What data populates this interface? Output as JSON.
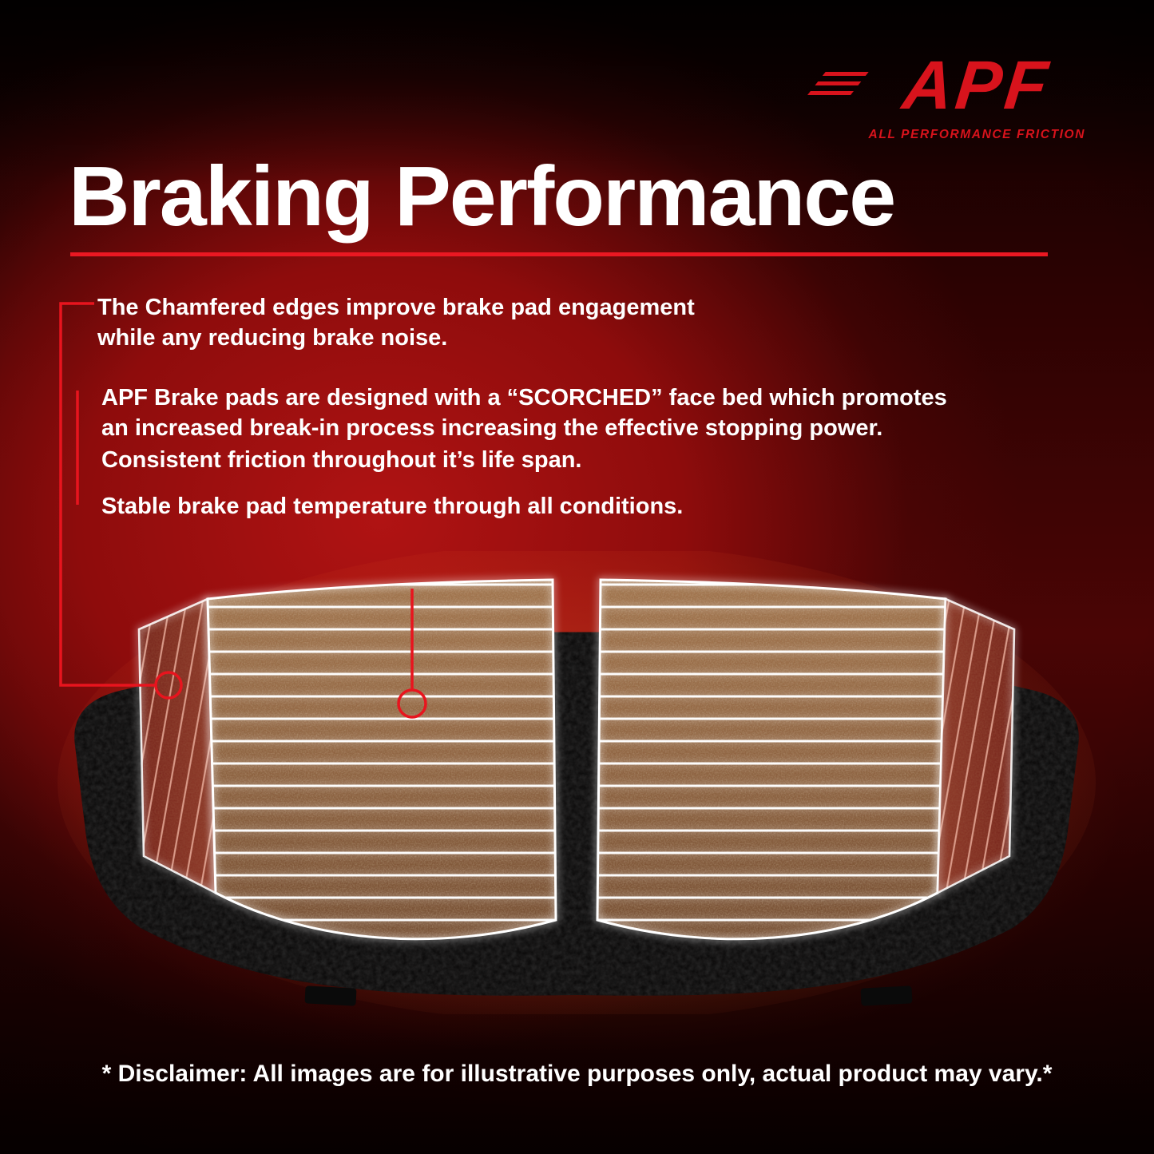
{
  "logo": {
    "brand": "APF",
    "tagline": "ALL PERFORMANCE FRICTION"
  },
  "title": "Braking Performance",
  "bullets": [
    "The Chamfered edges improve brake pad engagement while any reducing brake noise.",
    "APF Brake pads are designed with a “SCORCHED” face bed which promotes an increased break-in process increasing the effective stopping power.",
    "Consistent friction throughout it’s life span.",
    "Stable brake pad temperature through all conditions."
  ],
  "disclaimer": "* Disclaimer: All images are for illustrative purposes only, actual product may vary.*",
  "colors": {
    "accent_red": "#e8141e",
    "logo_red": "#d8131c",
    "title_white": "#ffffff",
    "background_red": "#8e0c0c",
    "pad_face_brown": "#8d5f3d",
    "backing_plate_black": "#0e0d0d"
  }
}
